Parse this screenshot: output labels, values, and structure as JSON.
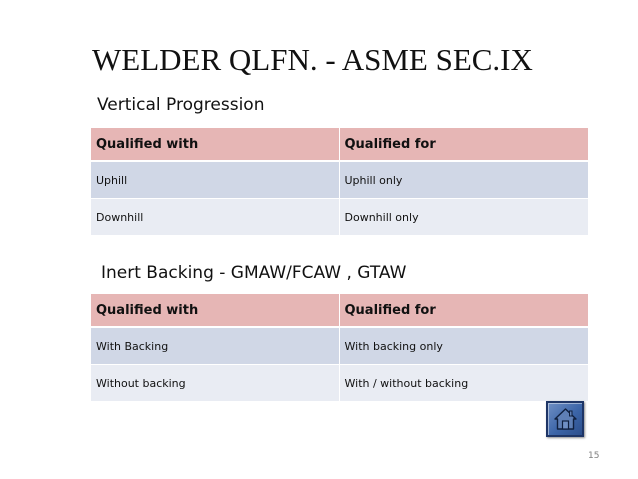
{
  "slide": {
    "title": "WELDER QLFN. - ASME SEC.IX",
    "page_number": "15"
  },
  "vertical_progression": {
    "heading": "Vertical Progression",
    "columns": [
      "Qualified with",
      "Qualified for"
    ],
    "rows": [
      [
        "Uphill",
        "Uphill only"
      ],
      [
        "Downhill",
        "Downhill only"
      ]
    ]
  },
  "inert_backing": {
    "heading": "Inert Backing  - GMAW/FCAW , GTAW",
    "columns": [
      "Qualified with",
      "Qualified for"
    ],
    "rows": [
      [
        "With Backing",
        "With backing only"
      ],
      [
        "Without backing",
        "With / without backing"
      ]
    ]
  },
  "navigation": {
    "home_icon": "home-icon"
  },
  "colors": {
    "header_fill": "#e6b6b5",
    "row_fill_dark": "#d0d7e6",
    "row_fill_light": "#e9ecf3",
    "home_button": "#3c65a8"
  }
}
